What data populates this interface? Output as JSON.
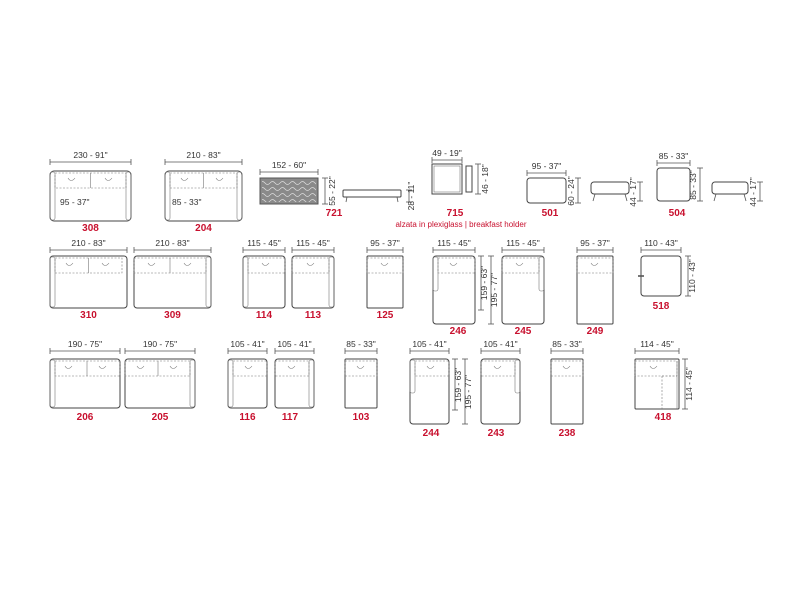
{
  "colors": {
    "code": "#c8102e",
    "line": "#444444",
    "text": "#333333"
  },
  "rows": [
    {
      "items": [
        {
          "code": "308",
          "width_label": "230 - 91\"",
          "depth_label": "95 - 37\""
        },
        {
          "code": "204",
          "width_label": "210 - 83\"",
          "depth_label": "85 - 33\""
        },
        {
          "code": "721",
          "width_label": "152 - 60\"",
          "depth_label": "55 - 22\"",
          "height_label": "28 - 11\""
        },
        {
          "code": "715",
          "width_label": "49 - 19\"",
          "height_label": "46 - 18\"",
          "note": "alzata in plexiglass | breakfast holder"
        },
        {
          "code": "501",
          "width_label": "95 - 37\"",
          "depth_label": "60 - 24\"",
          "height_label": "44 - 17\""
        },
        {
          "code": "504",
          "width_label": "85 - 33\"",
          "depth_label": "85 - 33\"",
          "height_label": "44 - 17\""
        }
      ]
    },
    {
      "items": [
        {
          "code": "310",
          "width_label": "210 - 83\""
        },
        {
          "code": "309",
          "width_label": "210 - 83\""
        },
        {
          "code": "114",
          "width_label": "115 - 45\""
        },
        {
          "code": "113",
          "width_label": "115 - 45\""
        },
        {
          "code": "125",
          "width_label": "95 - 37\""
        },
        {
          "code": "246",
          "width_label": "115 - 45\"",
          "depth_label_a": "159 - 63\"",
          "depth_label_b": "195 - 77\""
        },
        {
          "code": "245",
          "width_label": "115 - 45\""
        },
        {
          "code": "249",
          "width_label": "95 - 37\""
        },
        {
          "code": "518",
          "width_label": "110 - 43\"",
          "depth_label": "110 - 43\""
        }
      ]
    },
    {
      "items": [
        {
          "code": "206",
          "width_label": "190 - 75\""
        },
        {
          "code": "205",
          "width_label": "190 - 75\""
        },
        {
          "code": "116",
          "width_label": "105 - 41\""
        },
        {
          "code": "117",
          "width_label": "105 - 41\""
        },
        {
          "code": "103",
          "width_label": "85 - 33\""
        },
        {
          "code": "244",
          "width_label": "105 - 41\"",
          "depth_label_a": "159 - 63\"",
          "depth_label_b": "195 - 77\""
        },
        {
          "code": "243",
          "width_label": "105 - 41\""
        },
        {
          "code": "238",
          "width_label": "85 - 33\""
        },
        {
          "code": "418",
          "width_label": "114 - 45\"",
          "depth_label": "114 - 45\""
        }
      ]
    }
  ]
}
